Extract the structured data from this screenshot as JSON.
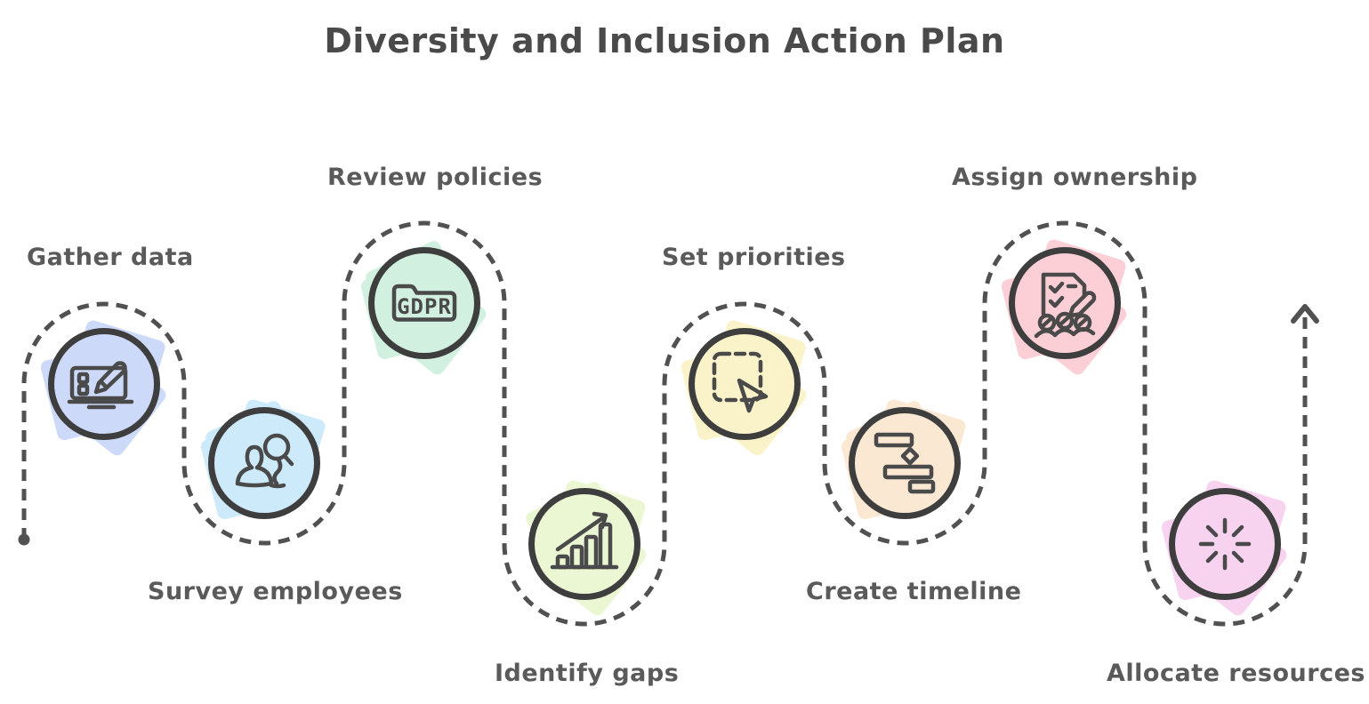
{
  "title": "Diversity and Inclusion Action Plan",
  "nodes": [
    {
      "label": "Gather data",
      "icon": "form-pencil-icon",
      "color": "#ccd9f8"
    },
    {
      "label": "Survey employees",
      "icon": "person-search-icon",
      "color": "#cdeafa"
    },
    {
      "label": "Review policies",
      "icon": "gdpr-folder-icon",
      "color": "#d2f0e0",
      "icon_text": "GDPR"
    },
    {
      "label": "Identify gaps",
      "icon": "bar-chart-arrow-icon",
      "color": "#ebf6d3"
    },
    {
      "label": "Set priorities",
      "icon": "select-cursor-icon",
      "color": "#faf3c9"
    },
    {
      "label": "Create timeline",
      "icon": "gantt-chart-icon",
      "color": "#fbe8d3"
    },
    {
      "label": "Assign ownership",
      "icon": "checklist-people-icon",
      "color": "#fbcfd5"
    },
    {
      "label": "Allocate resources",
      "icon": "sunburst-icon",
      "color": "#f8d3ef"
    }
  ],
  "flow": {
    "start_marker": "dot",
    "end_marker": "up-arrow"
  },
  "colors": {
    "background": "#ffffff",
    "ink": "#3e3e3e",
    "icon_ink": "#4a4a4a",
    "path_gray": "#515151",
    "title_text": "#4a4a4a",
    "label_text": "#5a5a5a"
  }
}
